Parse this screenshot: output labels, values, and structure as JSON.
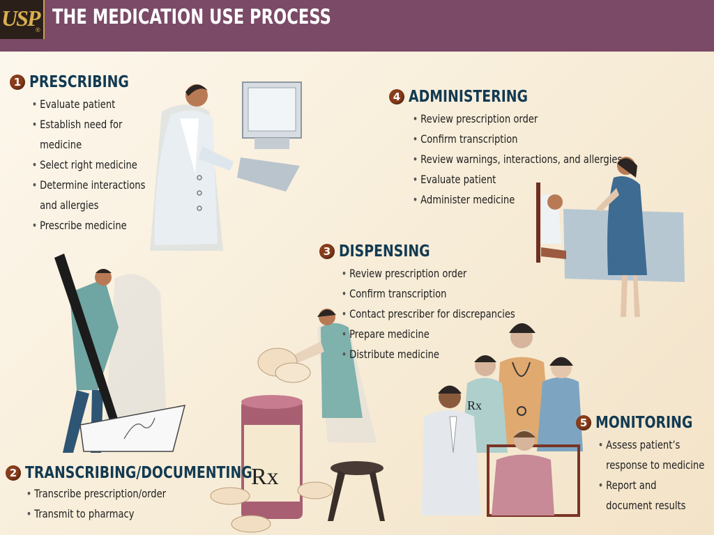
{
  "header": {
    "logo_text": "USP",
    "logo_mark": "®",
    "title": "THE MEDICATION USE PROCESS"
  },
  "sections": {
    "prescribing": {
      "number": "1",
      "title": "PRESCRIBING",
      "items": [
        "Evaluate patient",
        "Establish need for",
        "medicine",
        "Select right medicine",
        "Determine interactions",
        "and allergies",
        "Prescribe medicine"
      ]
    },
    "transcribing": {
      "number": "2",
      "title": "TRANSCRIBING/DOCUMENTING",
      "items": [
        "Transcribe prescription/order",
        "Transmit to pharmacy"
      ]
    },
    "dispensing": {
      "number": "3",
      "title": "DISPENSING",
      "items": [
        "Review prescription order",
        "Confirm transcription",
        "Contact prescriber for discrepancies",
        "Prepare medicine",
        "Distribute medicine"
      ]
    },
    "administering": {
      "number": "4",
      "title": "ADMINISTERING",
      "items": [
        "Review prescription order",
        "Confirm transcription",
        "Review warnings, interactions, and allergies",
        "Evaluate patient",
        "Administer medicine"
      ]
    },
    "monitoring": {
      "number": "5",
      "title": "MONITORING",
      "items": [
        "Assess patient’s",
        "response to medicine",
        "Report and",
        "document results"
      ]
    }
  },
  "labels": {
    "rx_bottle": "Rx",
    "rx_badge": "Rx"
  },
  "colors": {
    "header_bg": "#7a4a67",
    "title_text": "#ffffff",
    "section_title": "#123a52",
    "number_badge": "#8a3d1b",
    "background": "#f7ecd7"
  }
}
